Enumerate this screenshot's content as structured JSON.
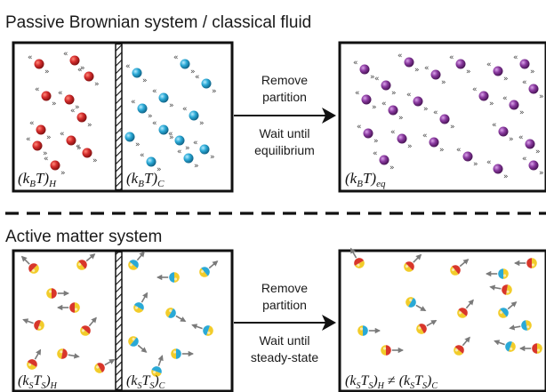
{
  "headings": {
    "passive": "Passive Brownian system / classical fluid",
    "active": "Active matter system"
  },
  "passive": {
    "left_label": {
      "base": "(k",
      "sub1": "B",
      "mid": "T)",
      "sub2": "H"
    },
    "mid_label": {
      "base": "(k",
      "sub1": "B",
      "mid": "T)",
      "sub2": "C"
    },
    "right_label": {
      "base": "(k",
      "sub1": "B",
      "mid": "T)",
      "sub2": "eq"
    },
    "step1": [
      "Remove",
      "partition"
    ],
    "step2": [
      "Wait until",
      "equilibrium"
    ]
  },
  "active": {
    "left_label": {
      "a": "(k",
      "s1": "S",
      "b": "T",
      "s2": "S",
      "c": ")",
      "s3": "H"
    },
    "mid_label": {
      "a": "(k",
      "s1": "S",
      "b": "T",
      "s2": "S",
      "c": ")",
      "s3": "C"
    },
    "right_label": {
      "a": "(k",
      "s1": "S",
      "b": "T",
      "s2": "S",
      "c": ")",
      "s3": "H",
      "neq": " ≠ ",
      "d": "(k",
      "t1": "S",
      "e": "T",
      "t2": "S",
      "f": ")",
      "t3": "C"
    },
    "step1": [
      "Remove",
      "partition"
    ],
    "step2": [
      "Wait until",
      "steady-state"
    ]
  },
  "colors": {
    "hot": "#d42c2c",
    "cold": "#2aa9d6",
    "equilibrium": "#8a3aa0",
    "active_yellow": "#f2cc2a",
    "active_red": "#d8362a",
    "active_blue": "#2aa9d6",
    "arrow": "#7a7a7a"
  }
}
